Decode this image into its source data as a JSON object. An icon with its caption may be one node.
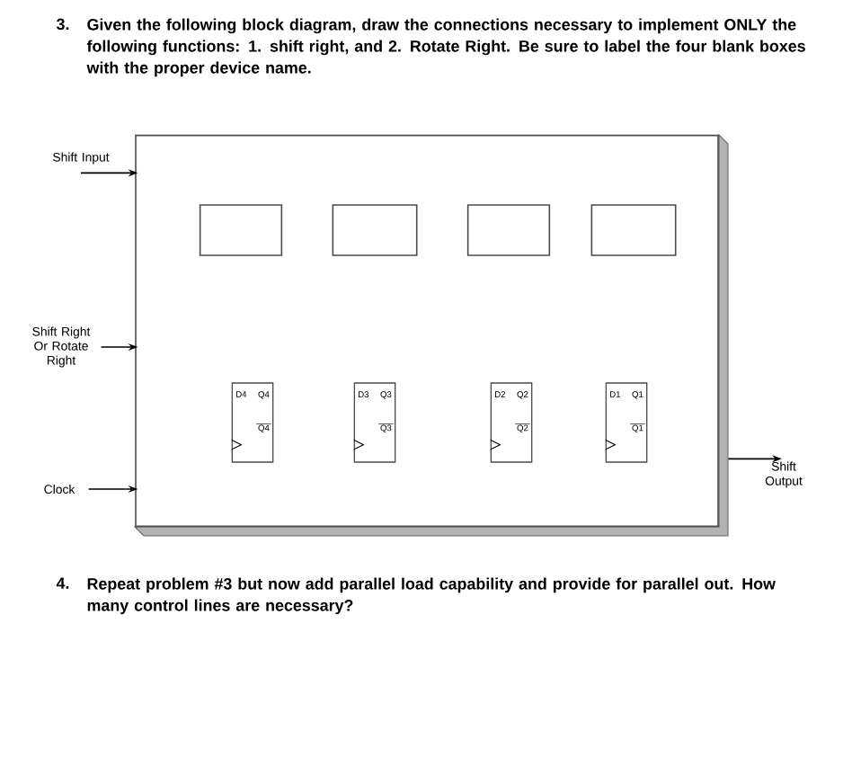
{
  "diagram": {
    "nodes": [
      {
        "text": [],
        "shape": "box"
      },
      {
        "text": [],
        "shape": "box",
        "in": 0
      },
      {
        "text": [],
        "shape": "box",
        "in": 0
      },
      {
        "text": [],
        "shape": "box",
        "in": 0
      },
      {
        "text": [],
        "shape": "box",
        "in": 0
      },
      {
        "text": [
          "D4",
          "Q4",
          "Q4"
        ],
        "in": 0
      },
      {
        "text": [
          "D3",
          "Q3",
          "Q3"
        ],
        "in": 0
      },
      {
        "text": [
          "D2",
          "Q2",
          "Q2"
        ],
        "in": 0
      },
      {
        "text": [
          "D1",
          "Q1",
          "Q1"
        ],
        "in": 0
      },
      {
        "text": [
          "Shift Input"
        ]
      },
      {
        "text": [
          "Shift Right Or Rotate Right"
        ]
      },
      {
        "text": [
          "Clock"
        ]
      },
      {
        "text": [
          "Shift Output"
        ]
      }
    ],
    "edges": [
      {
        "from": 9,
        "to": 0,
        "arrow": "to"
      },
      {
        "from": 10,
        "to": 0,
        "arrow": "to"
      },
      {
        "from": 11,
        "to": 0,
        "arrow": "to"
      },
      {
        "from": 0,
        "to": 12,
        "arrow": "to"
      }
    ],
    "labels": [
      "3.",
      "Given the following block diagram, draw the connections necessary to implement ONLY the following functions:  1. shift right, and 2. Rotate Right.  Be sure to label the four blank boxes with the proper device name.",
      "4.",
      "Repeat problem #3 but now add parallel load capability and provide for parallel out.  How many control lines are necessary?"
    ]
  }
}
